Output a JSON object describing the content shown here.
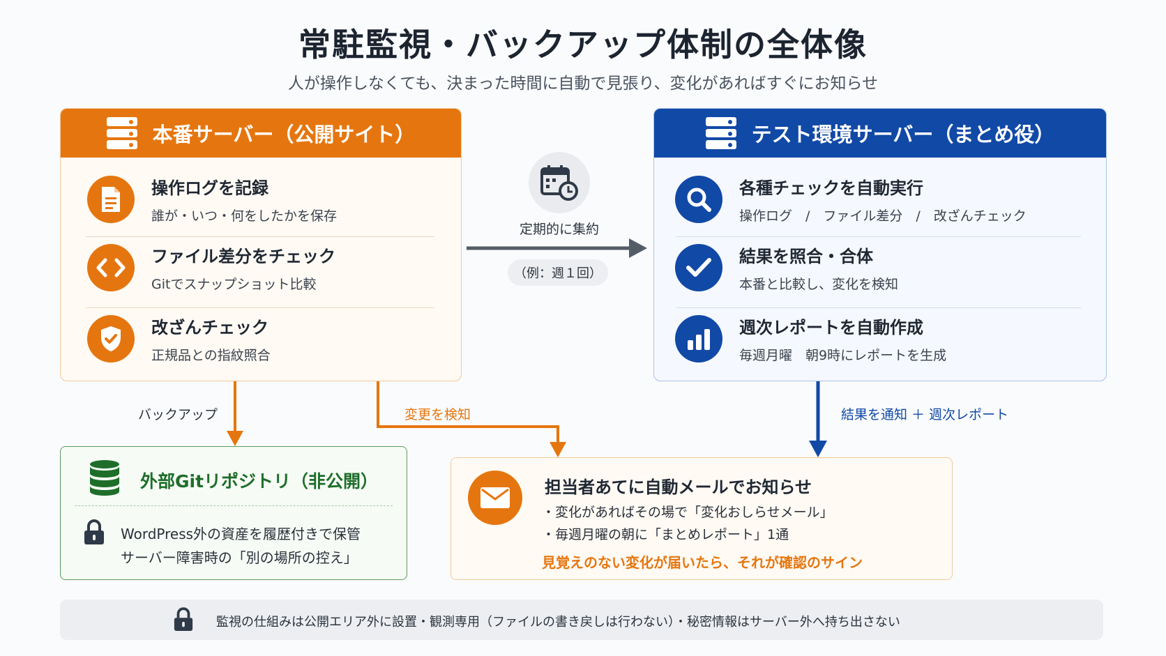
{
  "header": {
    "title": "常駐監視・バックアップ体制の全体像",
    "subtitle": "人が操作しなくても、決まった時間に自動で見張り、変化があればすぐにお知らせ"
  },
  "production": {
    "title": "本番サーバー（公開サイト）",
    "items": [
      {
        "title": "操作ログを記録",
        "desc": "誰が・いつ・何をしたかを保存",
        "icon": "document-icon"
      },
      {
        "title": "ファイル差分をチェック",
        "desc": "Gitでスナップショット比較",
        "icon": "code-icon"
      },
      {
        "title": "改ざんチェック",
        "desc": "正規品との指紋照合",
        "icon": "shield-check-icon"
      }
    ]
  },
  "test": {
    "title": "テスト環境サーバー（まとめ役）",
    "items": [
      {
        "title": "各種チェックを自動実行",
        "desc": "操作ログ　/　ファイル差分　/　改ざんチェック",
        "icon": "search-icon"
      },
      {
        "title": "結果を照合・合体",
        "desc": "本番と比較し、変化を検知",
        "icon": "check-icon"
      },
      {
        "title": "週次レポートを自動作成",
        "desc": "毎週月曜　朝9時にレポートを生成",
        "icon": "bar-chart-icon"
      }
    ]
  },
  "middle": {
    "label": "定期的に集約",
    "pill": "（例：週１回）",
    "icon": "calendar-clock-icon"
  },
  "flows": {
    "backup": "バックアップ",
    "detect": "変更を検知",
    "notify": "結果を通知 ＋ 週次レポート"
  },
  "git": {
    "title": "外部Gitリポジトリ（非公開）",
    "line1": "WordPress外の資産を履歴付きで保管",
    "line2": "サーバー障害時の「別の場所の控え」"
  },
  "mail": {
    "title": "担当者あてに自動メールでお知らせ",
    "bullet1": "・変化があればその場で「変化おしらせメール」",
    "bullet2": "・毎週月曜の朝に「まとめレポート」1通",
    "note": "見覚えのない変化が届いたら、それが確認のサイン"
  },
  "footer": {
    "text": "監視の仕組みは公開エリア外に設置・観測専用（ファイルの書き戻しは行わない）・秘密情報はサーバー外へ持ち出さない"
  },
  "colors": {
    "orange": "#e5760f",
    "blue": "#1149a6",
    "green": "#1e6e2a",
    "gray_arrow": "#545c68"
  }
}
